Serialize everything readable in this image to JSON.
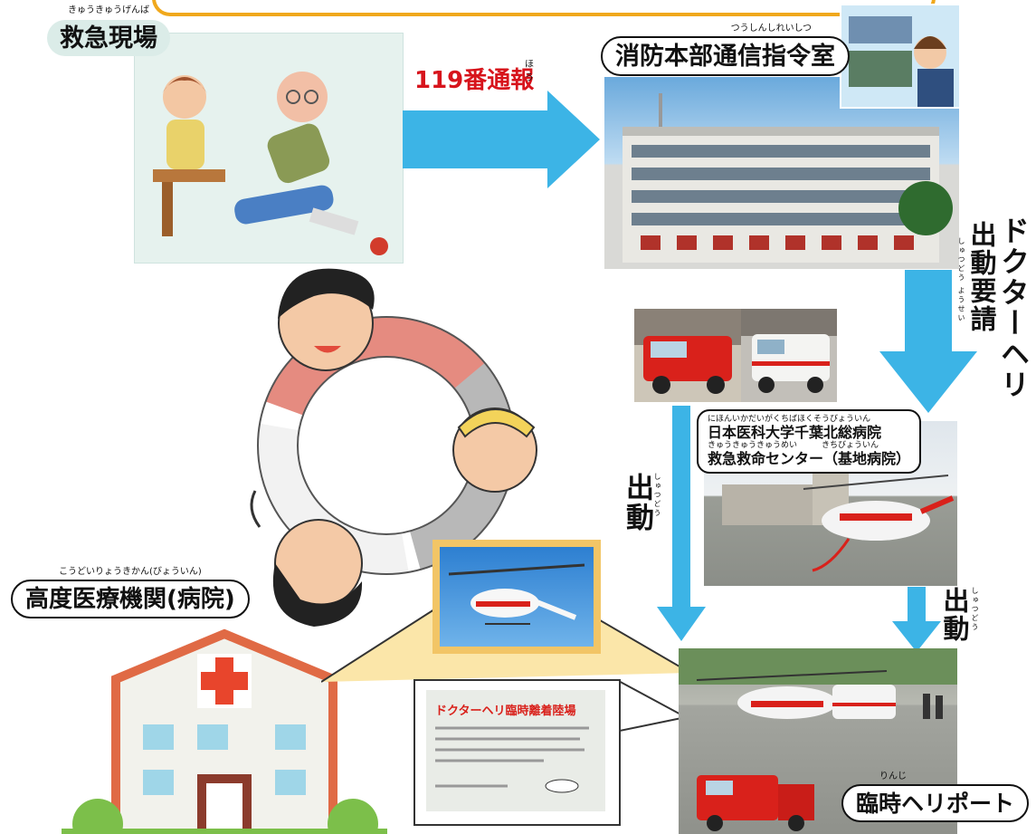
{
  "scene_label": "救急現場",
  "scene_ruby": "きゅうきゅうげんば",
  "call_label": "119番通報",
  "call_ruby": "ほう",
  "hq_label": "消防本部通信指令室",
  "hq_ruby": "つうしんしれいしつ",
  "doctor_heli_line1": "ドクターヘリ",
  "doctor_heli_line2": "出動要請",
  "doctor_heli_ruby": "しゅつどう ようせい",
  "dispatch_left": "出動",
  "dispatch_left_ruby": "しゅつどう",
  "base_hospital_line1": "日本医科大学千葉北総病院",
  "base_hospital_ruby1": "にほんいかだいがくちばほくそうびょういん",
  "base_hospital_line2": "救急救命センター（基地病院）",
  "base_hospital_ruby2": "きゅうきゅうきゅうめい　　　きちびょういん",
  "dispatch_right": "出動",
  "dispatch_right_ruby": "しゅつどう",
  "hospital_label": "高度医療機関(病院)",
  "hospital_ruby": "こうどいりょうきかん(びょういん)",
  "heliport_label": "臨時ヘリポート",
  "heliport_ruby": "りんじ",
  "sign_text": "ドクターヘリ臨時離着陸場",
  "colors": {
    "arrow": "#3cb4e6",
    "call_text": "#d7141c",
    "frame": "#f0a81c"
  }
}
